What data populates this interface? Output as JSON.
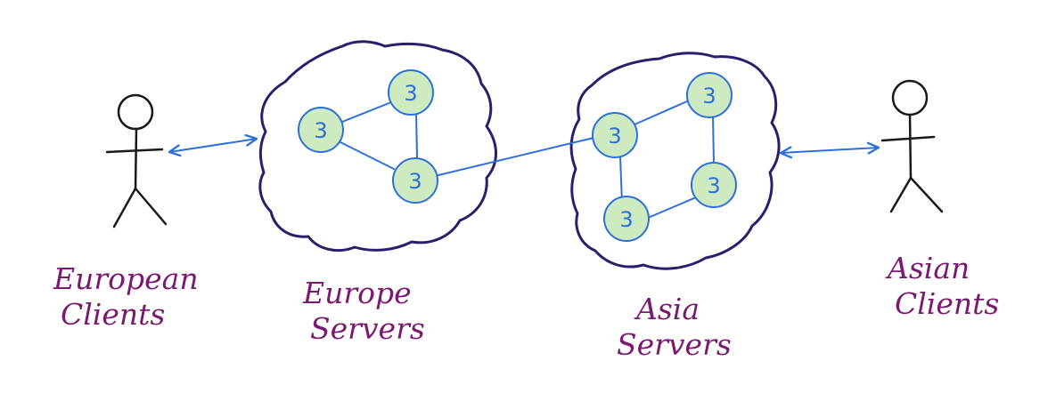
{
  "colors": {
    "background": "#ffffff",
    "cloud_outline": "#2a1f6b",
    "figure_stroke": "#1a1a1a",
    "link_blue": "#2f6fdc",
    "node_fill": "#cdeac1",
    "node_stroke": "#2f6fdc",
    "label_color": "#7a1a6e"
  },
  "clusters": [
    {
      "name": "Europe Servers",
      "nodes": [
        "3",
        "3",
        "3"
      ]
    },
    {
      "name": "Asia Servers",
      "nodes": [
        "3",
        "3",
        "3",
        "3"
      ]
    }
  ],
  "labels": {
    "european_clients": [
      "European",
      "Clients"
    ],
    "europe_servers": [
      "Europe",
      "Servers"
    ],
    "asia_servers": [
      "Asia",
      "Servers"
    ],
    "asian_clients": [
      "Asian",
      "Clients"
    ]
  }
}
